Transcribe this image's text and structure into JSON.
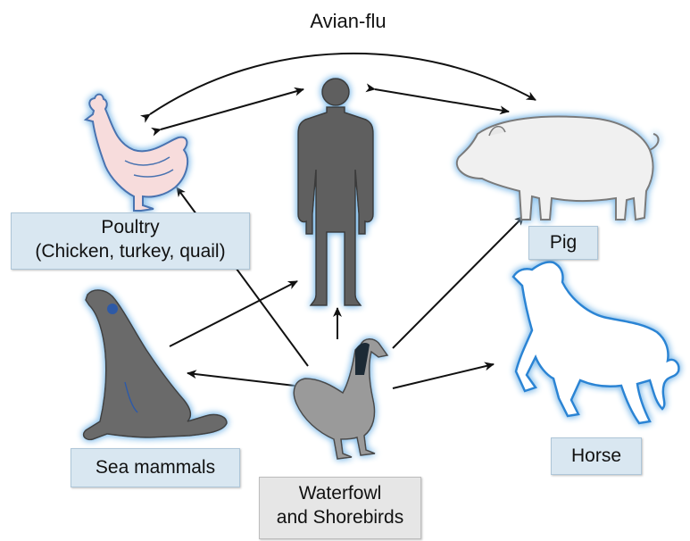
{
  "diagram": {
    "title": "Avian-flu",
    "nodes": {
      "human": {
        "icon": "human-icon"
      },
      "poultry": {
        "icon": "chicken-icon",
        "label_line1": "Poultry",
        "label_line2": "(Chicken, turkey, quail)"
      },
      "pig": {
        "icon": "pig-icon",
        "label": "Pig"
      },
      "sea": {
        "icon": "sea-lion-icon",
        "label": "Sea mammals"
      },
      "horse": {
        "icon": "horse-icon",
        "label": "Horse"
      },
      "water": {
        "icon": "goose-icon",
        "label_line1": "Waterfowl",
        "label_line2": "and Shorebirds"
      }
    },
    "edges": [
      {
        "from": "poultry",
        "to": "human",
        "direction": "both"
      },
      {
        "from": "human",
        "to": "pig",
        "direction": "both"
      },
      {
        "from": "water",
        "to": "poultry"
      },
      {
        "from": "water",
        "to": "sea"
      },
      {
        "from": "water",
        "to": "human"
      },
      {
        "from": "water",
        "to": "pig"
      },
      {
        "from": "water",
        "to": "horse"
      },
      {
        "from": "sea",
        "to": "human"
      }
    ],
    "colors": {
      "glow": "#8ec3ec",
      "arrow": "#111111",
      "label_box": "#d9e7f1",
      "label_box_grey": "#e6e6e6",
      "human_fill": "#5e5e5e",
      "chicken_fill": "#f7dcdc",
      "pig_fill": "#f0f0f0",
      "sea_fill": "#6b6b6b",
      "goose_fill": "#9a9a9a"
    }
  }
}
